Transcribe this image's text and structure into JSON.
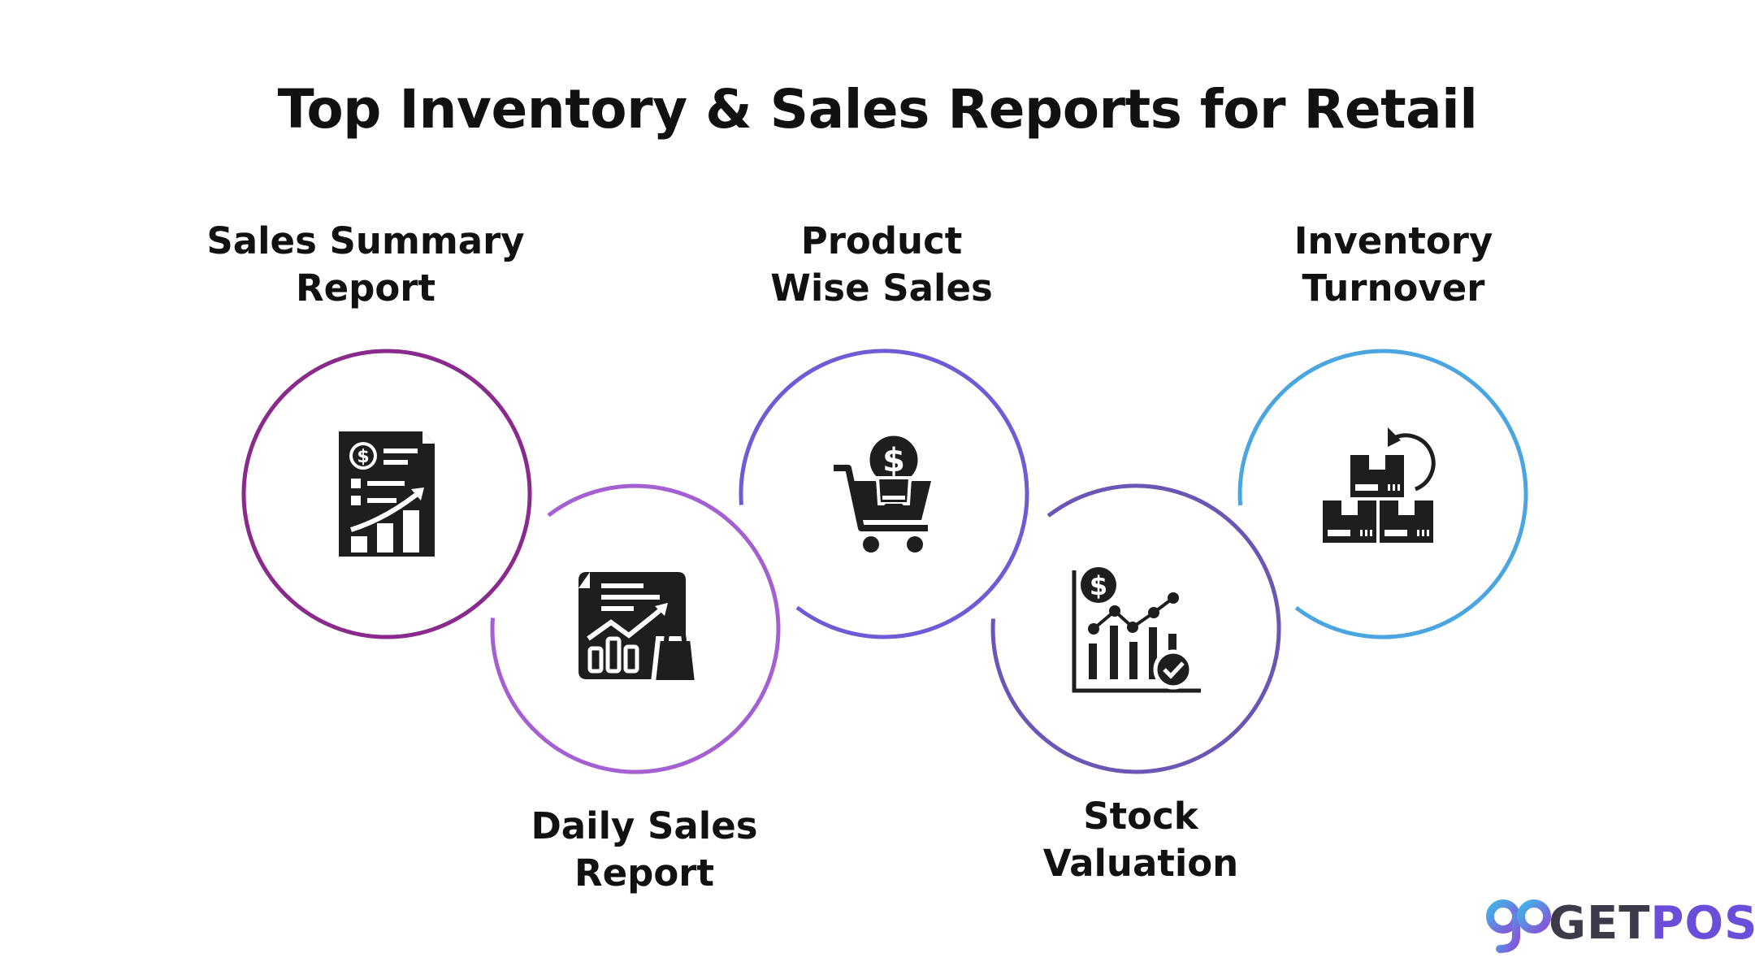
{
  "title": "Top Inventory & Sales Reports for Retail",
  "items": [
    {
      "line1": "Sales Summary",
      "line2": "Report",
      "icon": "financial-report-icon",
      "color": "#8a2a8c"
    },
    {
      "line1": "Daily Sales",
      "line2": "Report",
      "icon": "sales-report-bag-icon",
      "color": "#a45fd3"
    },
    {
      "line1": "Product",
      "line2": "Wise Sales",
      "icon": "cart-dollar-bulb-icon",
      "color": "#6e5cd6"
    },
    {
      "line1": "Stock",
      "line2": "Valuation",
      "icon": "stock-chart-check-icon",
      "color": "#6b56b6"
    },
    {
      "line1": "Inventory",
      "line2": "Turnover",
      "icon": "boxes-cycle-icon",
      "color": "#4aa5e0"
    }
  ],
  "logo": {
    "get": "GET",
    "pos": "POS",
    "gradient": [
      "#3fb6e8",
      "#8a4fd8"
    ]
  }
}
